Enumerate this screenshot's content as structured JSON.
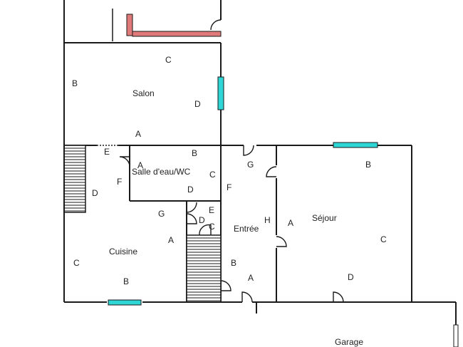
{
  "colors": {
    "window": "#2fd6d6",
    "highlight": "#e07a7a",
    "wall": "#1a1a1a",
    "background": "#ffffff"
  },
  "rooms": {
    "salon": "Salon",
    "salle_eau": "Salle d'eau/WC",
    "cuisine": "Cuisine",
    "entree": "Entrée",
    "sejour": "Séjour",
    "garage": "Garage"
  },
  "wall_labels": {
    "salon": {
      "top": "C",
      "left": "B",
      "right": "D",
      "bottom": "A"
    },
    "salle_eau": {
      "top": "B",
      "left": "A",
      "right": "C",
      "bottom": "D",
      "outer_left": "F",
      "outer_right": "F"
    },
    "couloir": {
      "e1": "E",
      "d": "D",
      "g": "G",
      "e2": "E",
      "d2": "D",
      "c2": "C"
    },
    "cuisine": {
      "left": "C",
      "right": "A",
      "bottom": "B"
    },
    "entree": {
      "top": "G",
      "right": "H",
      "bottom": "A",
      "left": "B"
    },
    "sejour": {
      "top": "B",
      "left": "A",
      "right": "C",
      "bottom": "D"
    }
  }
}
